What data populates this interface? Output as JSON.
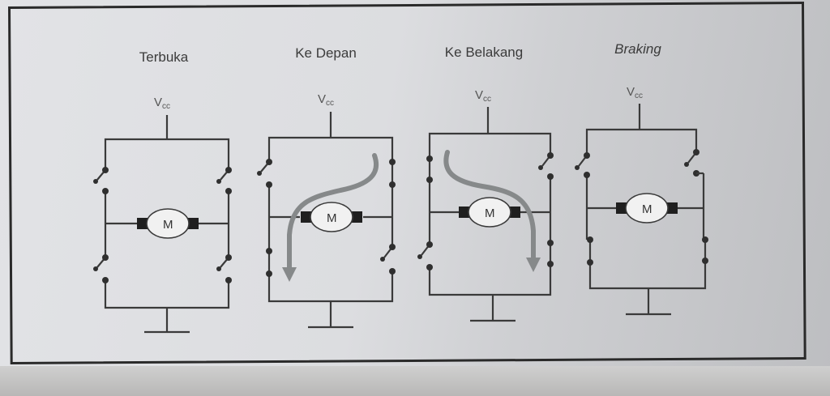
{
  "panels": [
    {
      "id": "terbuka",
      "title": "Terbuka",
      "italic": false
    },
    {
      "id": "ke-depan",
      "title": "Ke Depan",
      "italic": false
    },
    {
      "id": "ke-belakang",
      "title": "Ke Belakang",
      "italic": false
    },
    {
      "id": "braking",
      "title": "Braking",
      "italic": true
    }
  ],
  "labels": {
    "vcc_main": "V",
    "vcc_sub": "cc",
    "motor": "M"
  }
}
